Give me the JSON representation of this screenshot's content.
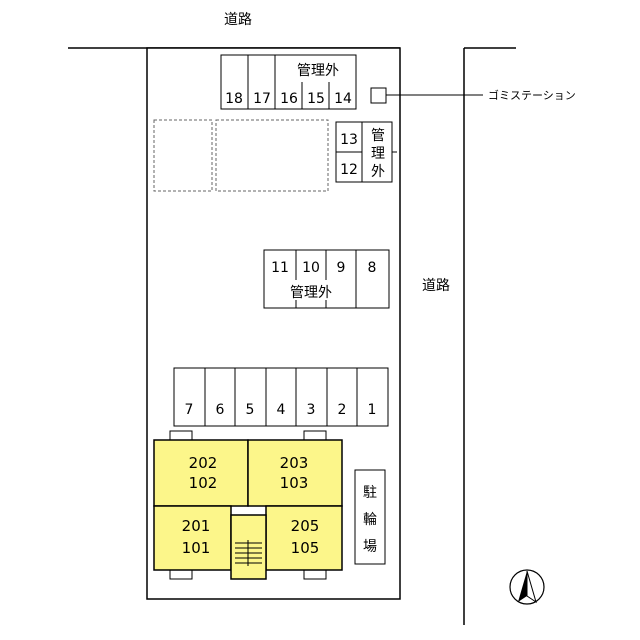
{
  "roads": {
    "top": "道路",
    "right": "道路"
  },
  "garbage_station": {
    "label": "ゴミステーション"
  },
  "parking": {
    "top_row": {
      "numbers": [
        "18",
        "17",
        "16",
        "15",
        "14"
      ],
      "label": "管理外"
    },
    "side_pair": {
      "numbers": [
        "13",
        "12"
      ],
      "label_chars": [
        "管",
        "理",
        "外"
      ]
    },
    "middle_row": {
      "numbers": [
        "11",
        "10",
        "9",
        "8"
      ],
      "label": "管理外"
    },
    "bottom_row": {
      "numbers": [
        "7",
        "6",
        "5",
        "4",
        "3",
        "2",
        "1"
      ]
    }
  },
  "building": {
    "rooms": [
      {
        "upper": "202",
        "lower": "102"
      },
      {
        "upper": "203",
        "lower": "103"
      },
      {
        "upper": "201",
        "lower": "101"
      },
      {
        "upper": "205",
        "lower": "105"
      }
    ]
  },
  "bicycle_parking": {
    "label_chars": [
      "駐",
      "輪",
      "場"
    ]
  },
  "colors": {
    "building_fill": "#fcf68a",
    "line": "#000000"
  },
  "north_arrow": {
    "icon": "north-arrow-icon"
  }
}
